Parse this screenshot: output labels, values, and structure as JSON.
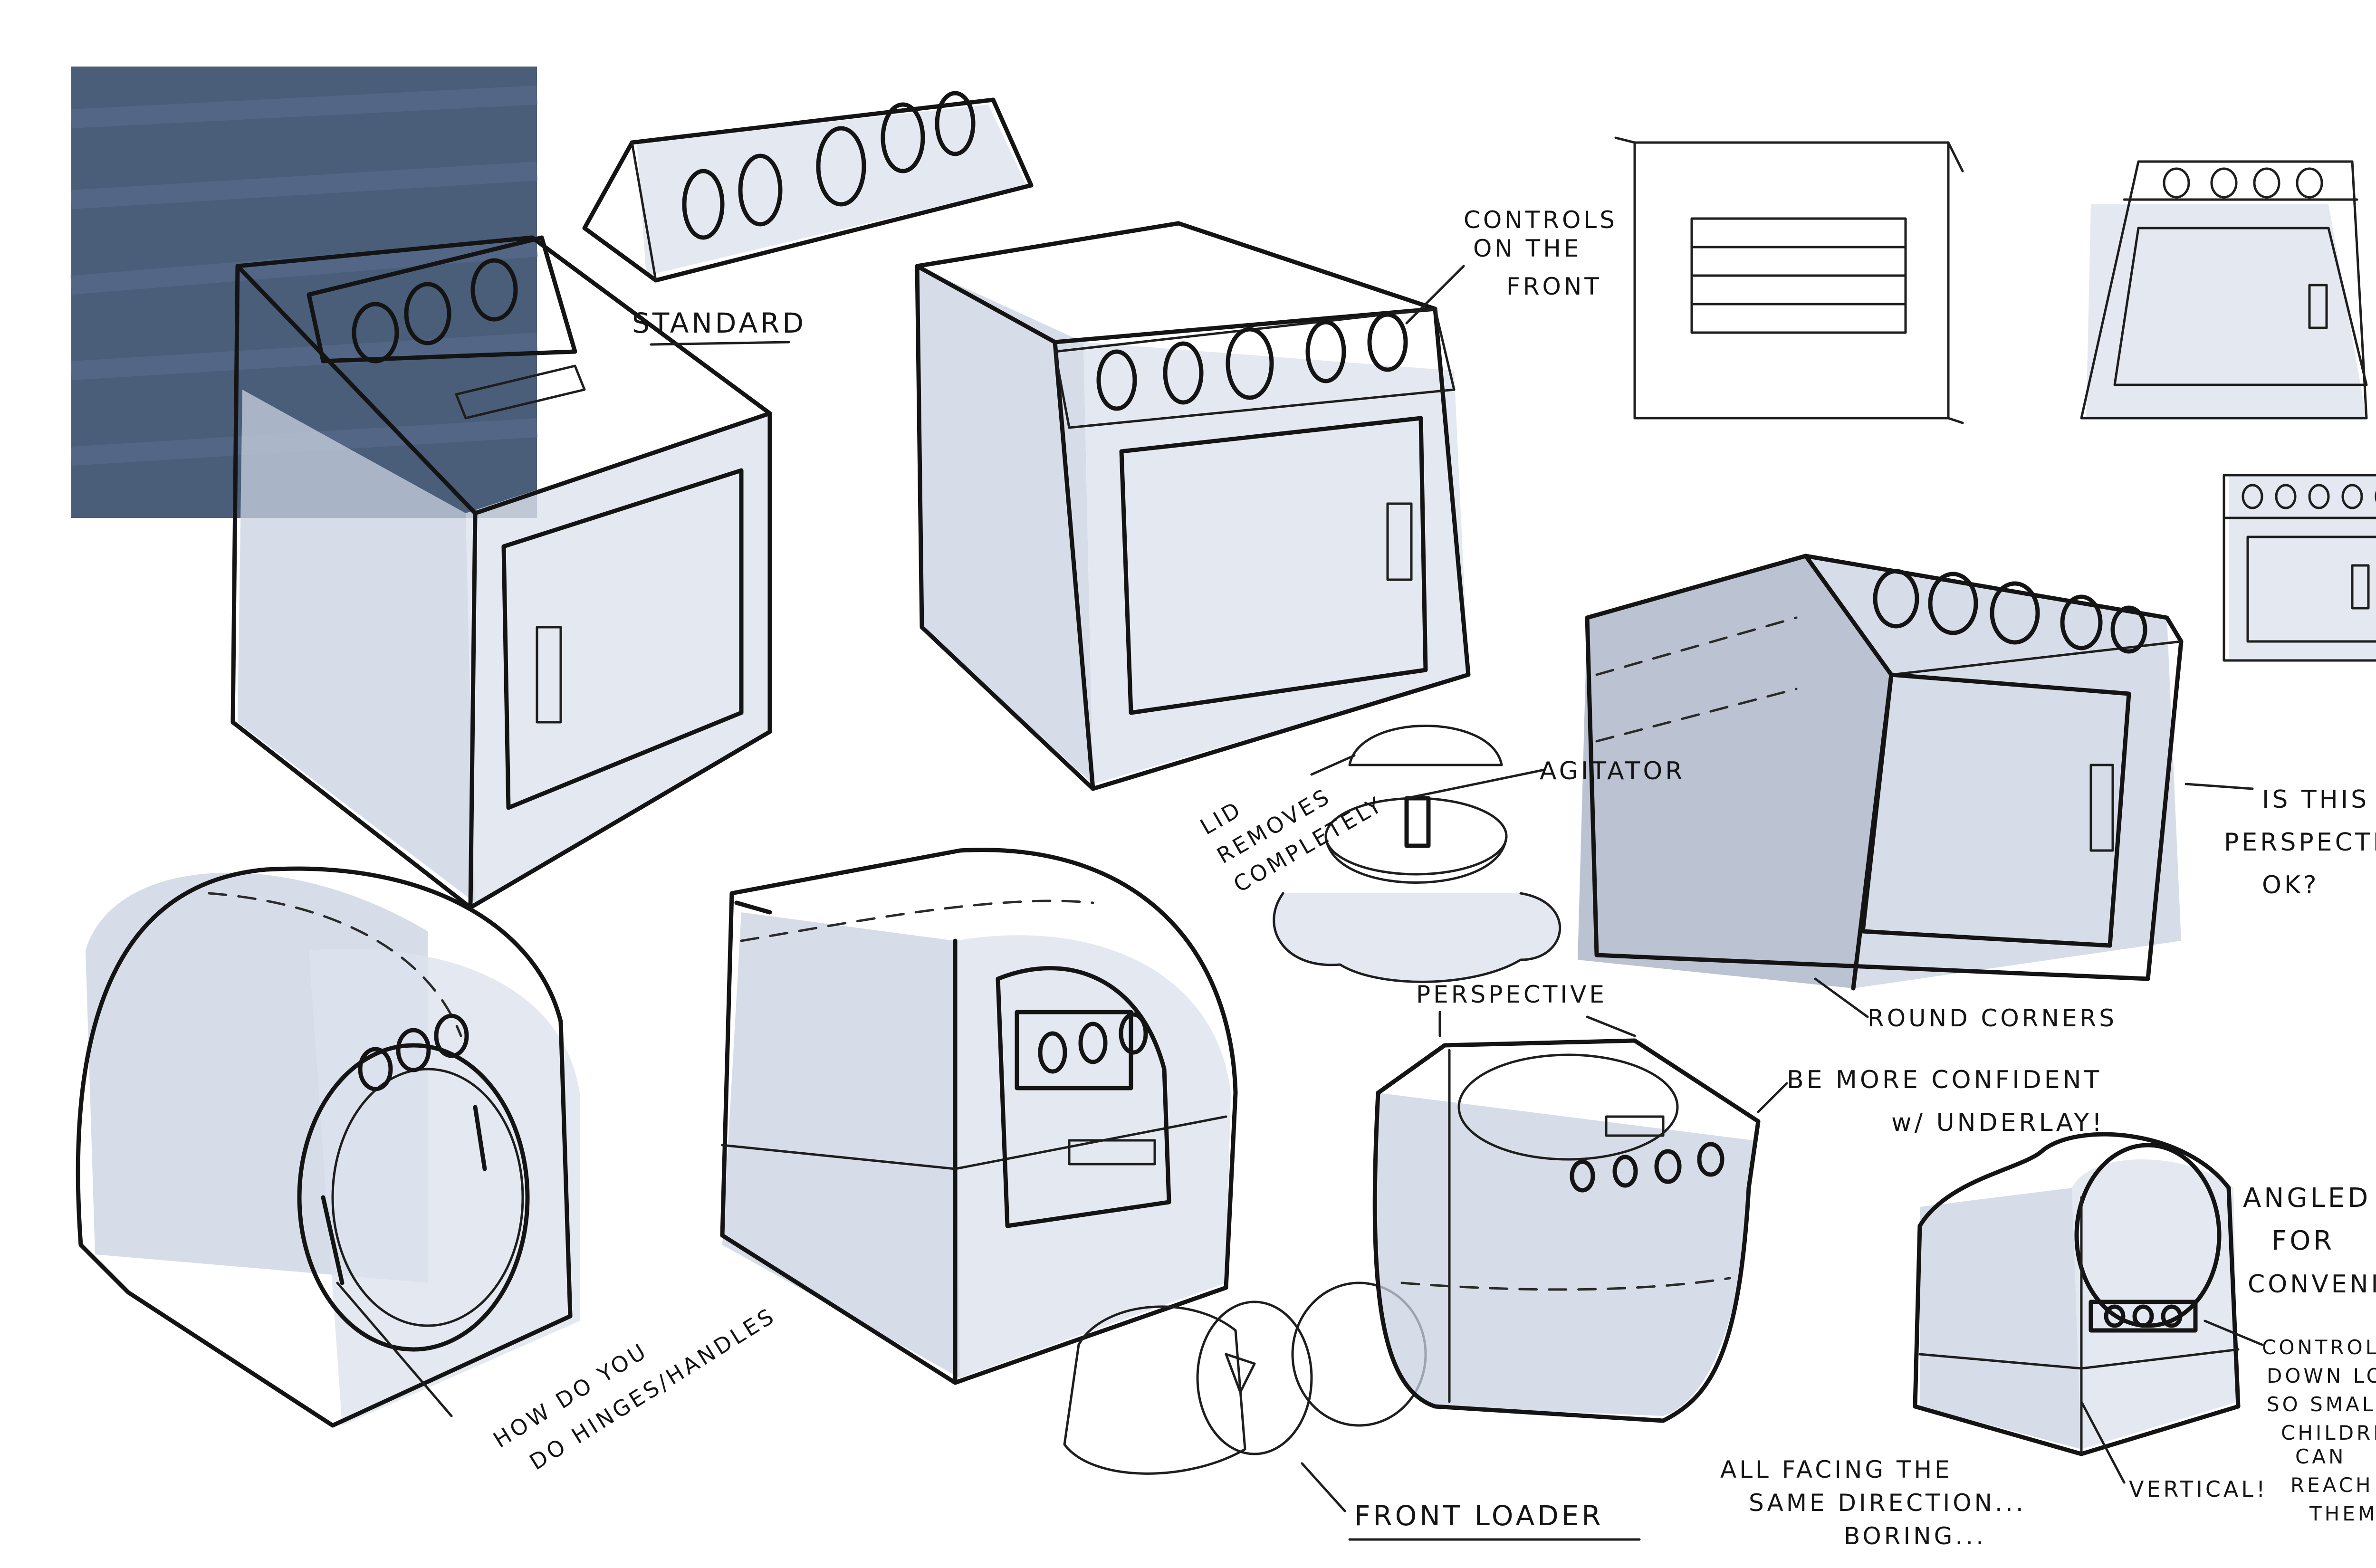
{
  "annotations": {
    "standard": "STANDARD",
    "controls_front": [
      "CONTROLS",
      "ON THE",
      "FRONT"
    ],
    "agitator": "AGITATOR",
    "lid_removes": [
      "LID",
      "REMOVES",
      "COMPLETELY"
    ],
    "is_this_perspective": [
      "IS THIS",
      "PERSPECTIVE",
      "OK?"
    ],
    "perspective": "PERSPECTIVE",
    "round_corners": "ROUND CORNERS",
    "be_more_confident": [
      "BE MORE CONFIDENT",
      "w/ UNDERLAY!"
    ],
    "angled": [
      "ANGLED",
      "FOR",
      "CONVENIENCE"
    ],
    "controls_low": [
      "CONTROLS",
      "DOWN LOW",
      "SO SMALL",
      "CHILDREN",
      "CAN",
      "REACH",
      "THEM"
    ],
    "vertical": "VERTICAL!",
    "all_facing": [
      "ALL FACING THE",
      "SAME DIRECTION...",
      "BORING..."
    ],
    "front_loader": "FRONT LOADER",
    "hinges": [
      "HOW DO YOU",
      "DO HINGES/HANDLES"
    ]
  },
  "colors": {
    "ink": "#141414",
    "marker_gray_blue": "#c9d2e0",
    "swatch_blue": "#3b4f6e"
  }
}
